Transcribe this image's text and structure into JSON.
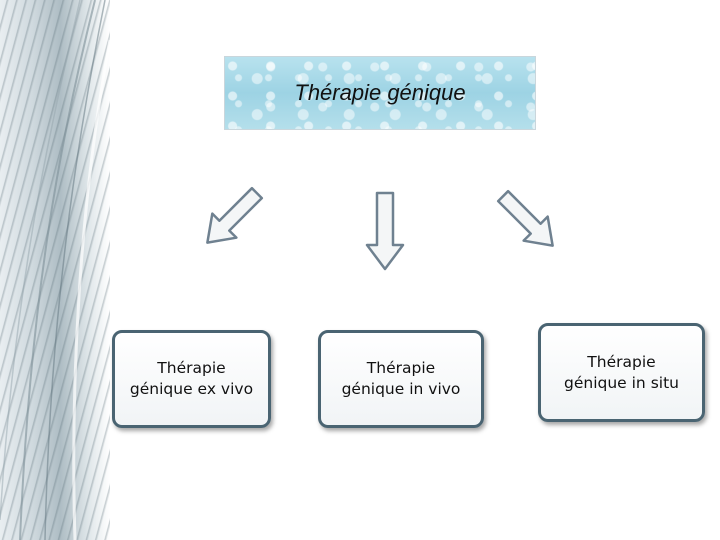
{
  "diagram": {
    "title": "Thérapie génique",
    "nodes": [
      {
        "label": "Thérapie\ngénique ex vivo"
      },
      {
        "label": "Thérapie\ngénique in vivo"
      },
      {
        "label": "Thérapie\ngénique in situ"
      }
    ]
  },
  "colors": {
    "title_fill": "#9dd3e4",
    "node_border": "#4a6472",
    "arrow_stroke": "#6f8190"
  }
}
